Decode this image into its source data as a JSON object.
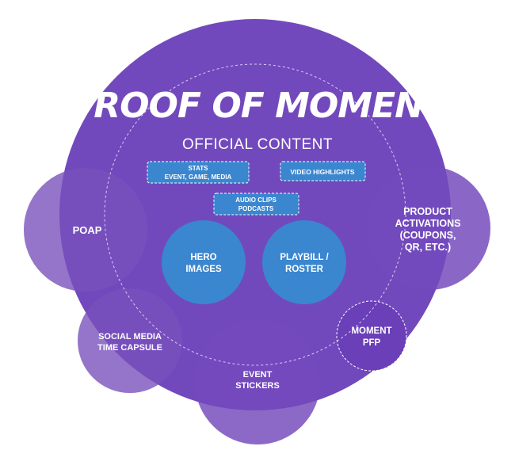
{
  "title": "PROOF OF MOMENT",
  "subtitle": "OFFICIAL CONTENT",
  "boxes": {
    "stats": {
      "line1": "STATS",
      "line2": "EVENT, GAME, MEDIA"
    },
    "video": {
      "line1": "VIDEO HIGHLIGHTS"
    },
    "audio": {
      "line1": "AUDIO CLIPS",
      "line2": "PODCASTS"
    }
  },
  "inner_circles": {
    "hero": {
      "line1": "HERO",
      "line2": "IMAGES"
    },
    "playbill": {
      "line1": "PLAYBILL /",
      "line2": "ROSTER"
    }
  },
  "satellites": {
    "poap": {
      "line1": "POAP"
    },
    "product": {
      "line1": "PRODUCT",
      "line2": "ACTIVATIONS",
      "line3": "(COUPONS,",
      "line4": "QR, ETC.)"
    },
    "social": {
      "line1": "SOCIAL MEDIA",
      "line2": "TIME CAPSULE"
    },
    "stickers": {
      "line1": "EVENT",
      "line2": "STICKERS"
    },
    "pfp": {
      "line1": "MOMENT",
      "line2": "PFP"
    }
  },
  "colors": {
    "main_circle": "#6a3fb8",
    "satellite": "#8a66c4",
    "inner_blue": "#3a86cf",
    "text": "#ffffff"
  }
}
